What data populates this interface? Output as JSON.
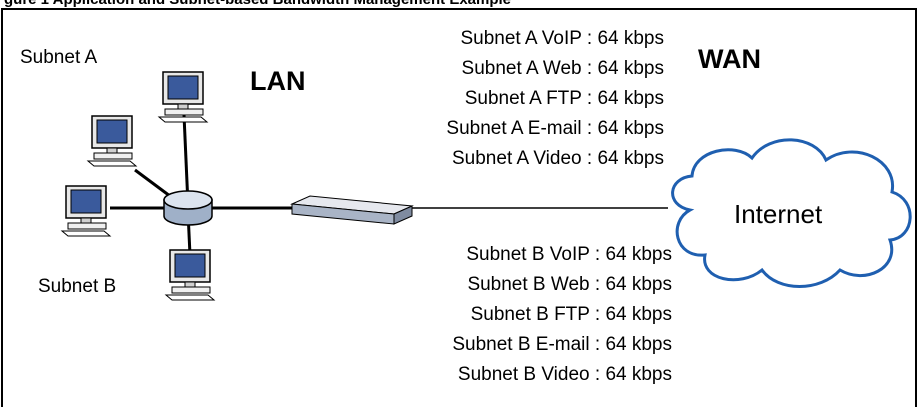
{
  "caption": "gure 1 Application and Subnet-based Bandwidth Management Example",
  "labels": {
    "subnet_a": "Subnet A",
    "subnet_b": "Subnet B",
    "lan": "LAN",
    "wan": "WAN",
    "internet": "Internet"
  },
  "subnet_a_rates": [
    "Subnet A VoIP : 64 kbps",
    "Subnet A Web : 64 kbps",
    "Subnet A FTP : 64 kbps",
    "Subnet A E-mail : 64 kbps",
    "Subnet A Video : 64 kbps"
  ],
  "subnet_b_rates": [
    "Subnet B VoIP : 64 kbps",
    "Subnet B Web : 64 kbps",
    "Subnet B FTP : 64 kbps",
    "Subnet B E-mail : 64 kbps",
    "Subnet B Video : 64 kbps"
  ],
  "icons": [
    "computer-icon",
    "hub-icon",
    "router-icon",
    "internet-cloud-icon"
  ],
  "colors": {
    "line": "#000000",
    "cloud_stroke": "#1f5fb0",
    "screen": "#3a5a9c"
  }
}
